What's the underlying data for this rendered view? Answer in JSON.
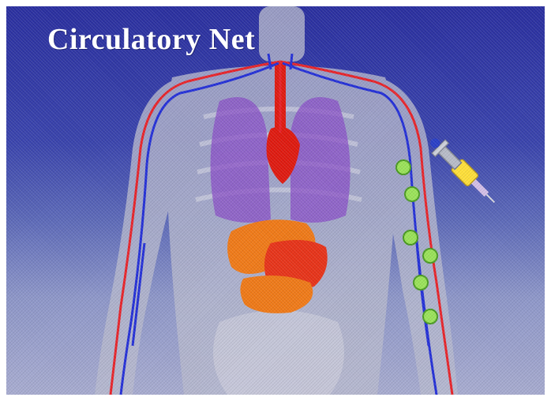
{
  "title": "Circulatory Net",
  "icons": {
    "body": "human-torso-illustration",
    "syringe": "syringe-icon",
    "particles": "nanoparticle-dot"
  },
  "colors": {
    "artery": "#e8242a",
    "vein": "#2430d8",
    "particle": "#9be35a",
    "organs": "#f07a18",
    "heart": "#e01a10",
    "lungs": "#8a4fc8"
  }
}
